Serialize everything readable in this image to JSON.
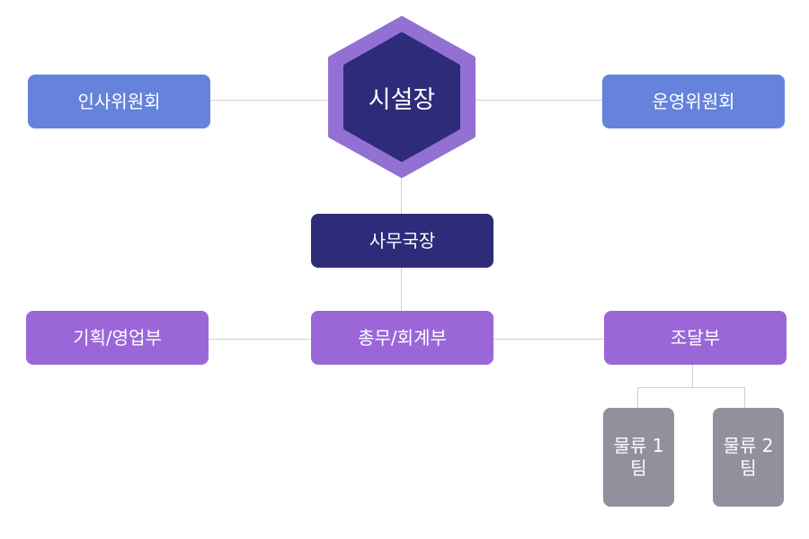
{
  "org": {
    "head": "시설장",
    "committees": {
      "left": "인사위원회",
      "right": "운영위원회"
    },
    "secretary_general": "사무국장",
    "departments": {
      "planning": "기획/영업부",
      "general_affairs": "총무/회계부",
      "procurement": "조달부"
    },
    "teams": {
      "logistics_1": "물류 1팀",
      "logistics_2": "물류 2팀"
    }
  },
  "colors": {
    "hex_outer": "#9270d4",
    "hex_inner": "#2e2b7a",
    "committee": "#6583da",
    "secretary": "#2e2b7a",
    "department": "#9b67d8",
    "team": "#948f9d",
    "connector": "#cfcfd4"
  }
}
